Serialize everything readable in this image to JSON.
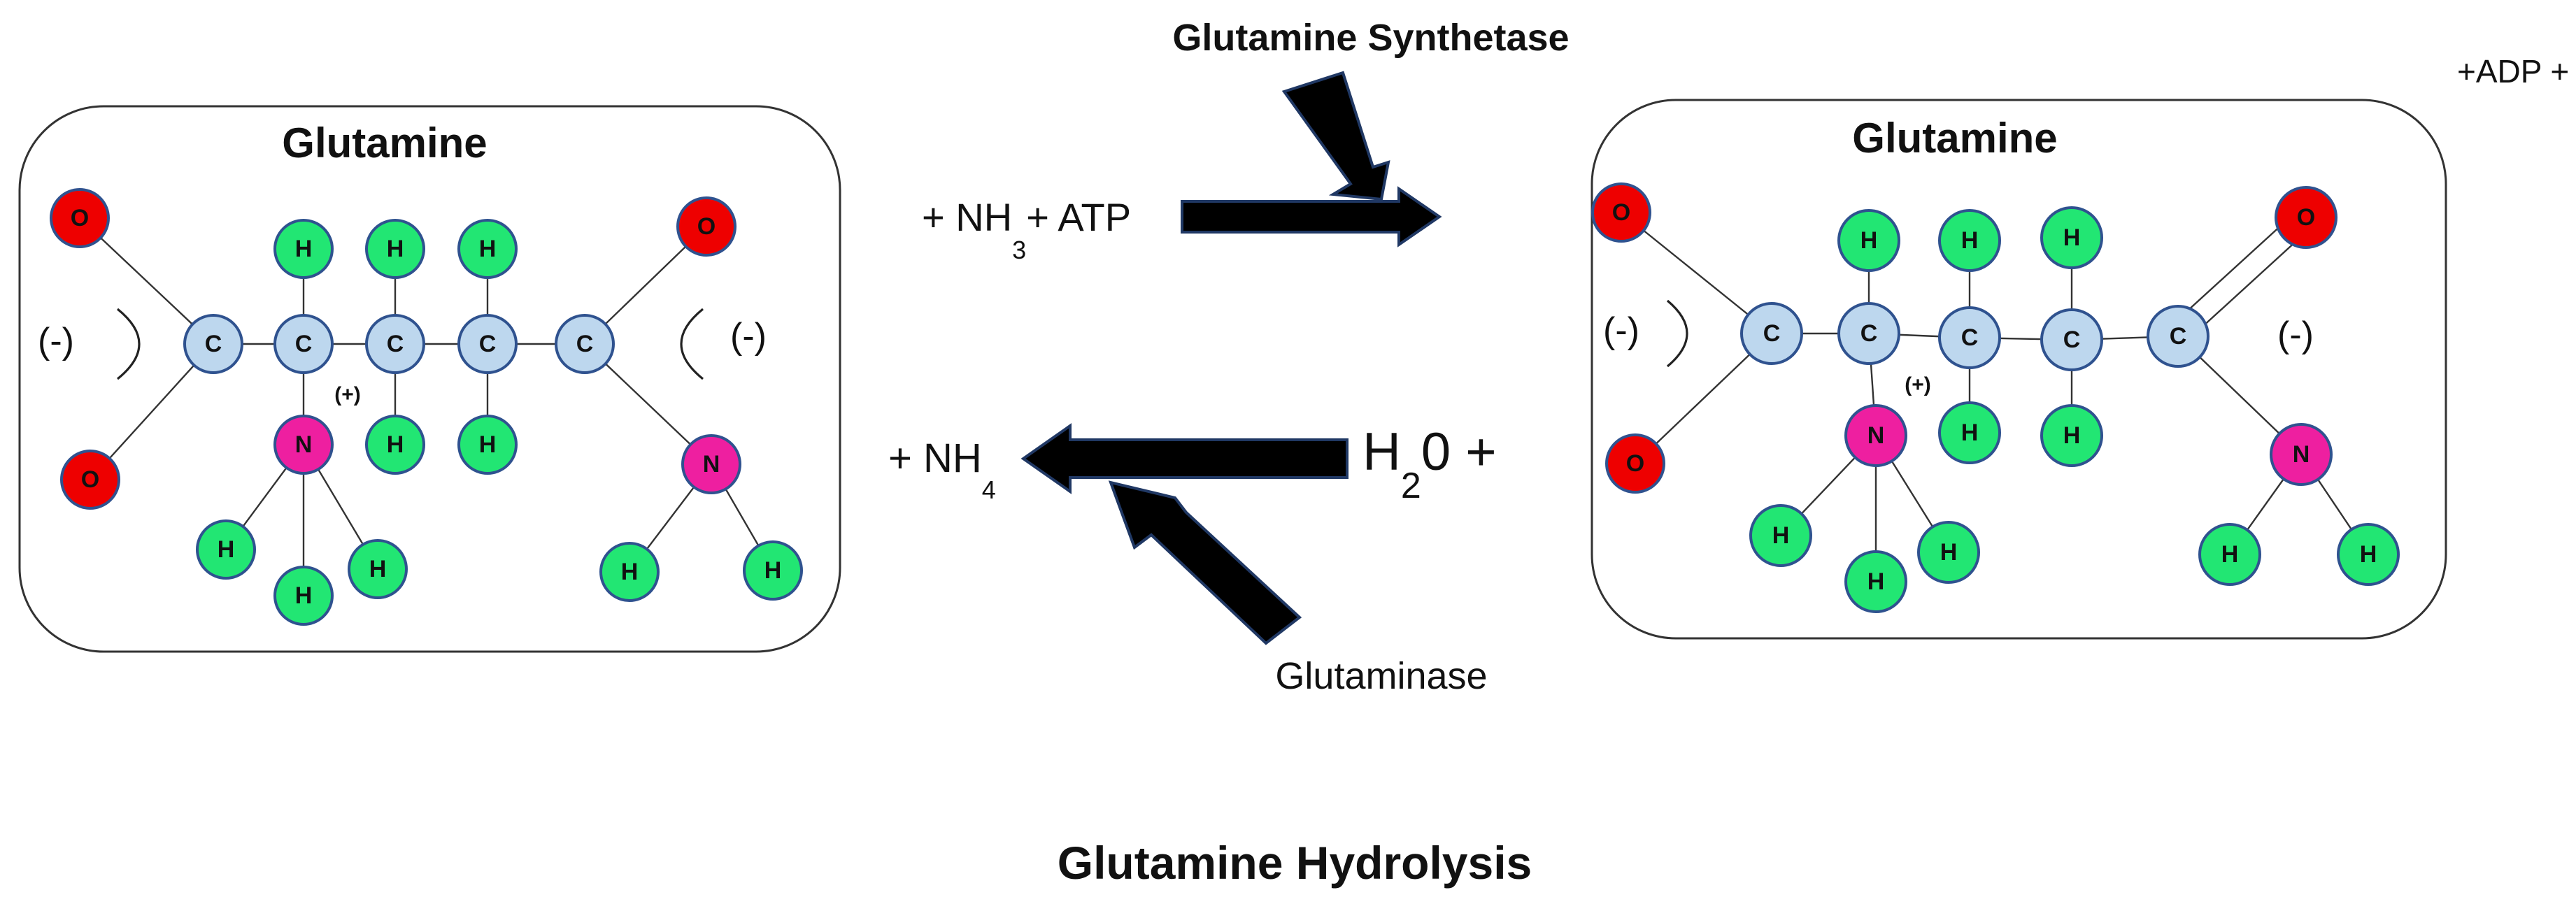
{
  "labels": {
    "enzyme_top": "Glutamine Synthetase",
    "enzyme_bottom": "Glutaminase",
    "figure_title": "Glutamine Hydrolysis",
    "byproducts": "+ADP + Pi",
    "reactant_top": {
      "prefix": "+ NH",
      "sub": "3",
      "suffix": "+ ATP"
    },
    "product_bottom": {
      "prefix": "+ NH",
      "sub": "4"
    },
    "reactant_bottom": {
      "prefix": "H",
      "sub": "2",
      "suffix": "0 +"
    }
  },
  "molecules": [
    {
      "title": "Glutamine",
      "charge_left": "(-)",
      "charge_right": "(-)",
      "charge_plus": "(+)",
      "atoms": {
        "O1": "O",
        "O2": "O",
        "O3": "O",
        "C1": "C",
        "C2": "C",
        "C3": "C",
        "C4": "C",
        "C5": "C",
        "N1": "N",
        "N2": "N",
        "H": "H"
      }
    },
    {
      "title": "Glutamine",
      "charge_left": "(-)",
      "charge_right": "(-)",
      "charge_plus": "(+)",
      "atoms": {
        "O1": "O",
        "O2": "O",
        "O3": "O",
        "C1": "C",
        "C2": "C",
        "C3": "C",
        "C4": "C",
        "C5": "C",
        "N1": "N",
        "N2": "N",
        "H": "H"
      }
    }
  ],
  "colors": {
    "oxygen": "#ee0000",
    "carbon": "#bdd7ee",
    "nitrogen": "#ee1fa0",
    "hydrogen": "#22e673",
    "atom_stroke": "#2f528f",
    "arrow_fill": "#000000",
    "arrow_stroke": "#203864"
  }
}
